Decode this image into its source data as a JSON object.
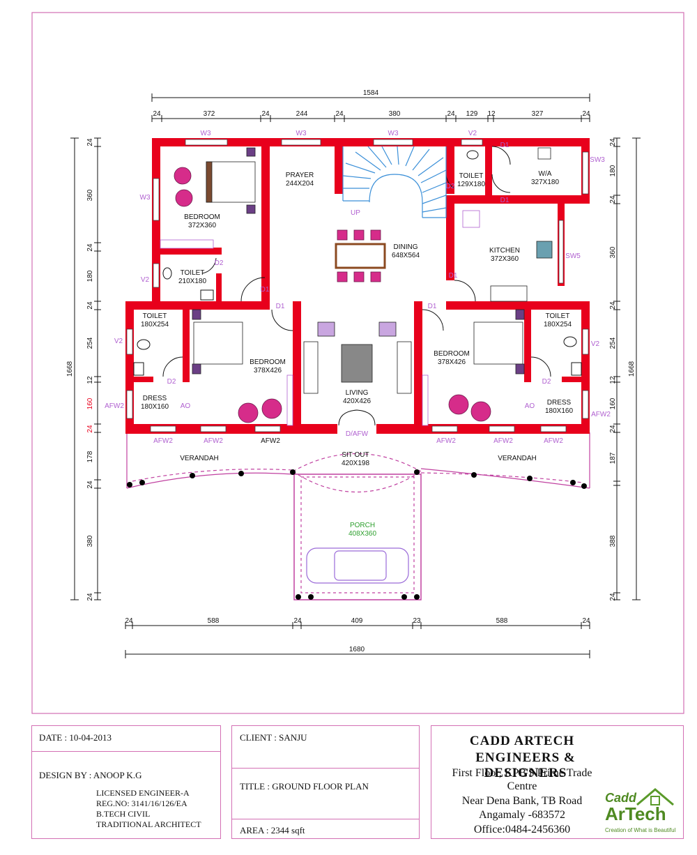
{
  "plan": {
    "dims_top_total": "1584",
    "dims_top": [
      "24",
      "372",
      "24",
      "244",
      "24",
      "380",
      "24",
      "129",
      "12",
      "327",
      "24"
    ],
    "dims_bottom_total": "1680",
    "dims_bottom": [
      "24",
      "588",
      "24",
      "409",
      "23",
      "588",
      "24"
    ],
    "dims_left_total": "1668",
    "dims_left": [
      "24",
      "360",
      "24",
      "180",
      "24",
      "254",
      "12",
      "160",
      "24",
      "178",
      "24",
      "380",
      "24"
    ],
    "dims_right_total": "1668",
    "dims_right": [
      "24",
      "180",
      "24",
      "360",
      "24",
      "254",
      "12",
      "160",
      "24",
      "187",
      "388",
      "24"
    ],
    "rooms": [
      {
        "name": "BEDROOM",
        "size": "372X360"
      },
      {
        "name": "PRAYER",
        "size": "244X204"
      },
      {
        "name": "DINING",
        "size": "648X564"
      },
      {
        "name": "TOILET",
        "size": "129X180"
      },
      {
        "name": "W/A",
        "size": "327X180"
      },
      {
        "name": "KITCHEN",
        "size": "372X360"
      },
      {
        "name": "TOILET",
        "size": "210X180"
      },
      {
        "name": "TOILET",
        "size": "180X254"
      },
      {
        "name": "BEDROOM",
        "size": "378X426"
      },
      {
        "name": "LIVING",
        "size": "420X426"
      },
      {
        "name": "BEDROOM",
        "size": "378X426"
      },
      {
        "name": "TOILET",
        "size": "180X254"
      },
      {
        "name": "DRESS",
        "size": "180X160"
      },
      {
        "name": "DRESS",
        "size": "180X160"
      },
      {
        "name": "SIT OUT",
        "size": "420X198"
      },
      {
        "name": "PORCH",
        "size": "408X360"
      }
    ],
    "verandah_left": "VERANDAH",
    "verandah_right": "VERANDAH",
    "openings": [
      "W3",
      "W3",
      "W3",
      "V2",
      "D1",
      "SW3",
      "W3",
      "D1",
      "V2",
      "D2",
      "D1",
      "D2",
      "D1",
      "D1",
      "D1",
      "SW5",
      "V2",
      "D2",
      "V2",
      "D2",
      "AFW2",
      "AO",
      "AO",
      "AFW2",
      "AFW2",
      "AFW2",
      "AFW2",
      "AFW2",
      "AFW2",
      "AFW2",
      "D/AFW",
      "UP"
    ]
  },
  "titleblock": {
    "date": "DATE : 10-04-2013",
    "design_by": "DESIGN  BY : ANOOP K.G",
    "cred1": "LICENSED ENGINEER-A",
    "cred2": "REG.NO: 3141/16/126/EA",
    "cred3": "B.TECH CIVIL",
    "cred4": "TRADITIONAL ARCHITECT",
    "client": "CLIENT : SANJU",
    "title": "TITLE : GROUND FLOOR PLAN",
    "area": "AREA : 2344 sqft",
    "firm_name": "CADD ARTECH",
    "firm_sub": "ENGINEERS & DESIGNERS",
    "addr1": "First Floor, KPB'S Prime Trade",
    "addr2": "Centre",
    "addr3": "Near Dena Bank, TB Road",
    "addr4": "Angamaly -683572",
    "addr5": "Office:0484-2456360",
    "logo_top": "Cadd",
    "logo_bottom": "ArTech",
    "logo_tag": "Creation of What is Beautiful"
  },
  "colors": {
    "wall": "#e8001c",
    "frame": "#d36fb4",
    "label": "#b060d0",
    "porch": "#2fa02f",
    "stair": "#3a8fd8",
    "dim": "#111111",
    "accent": "#5a9a2a"
  }
}
